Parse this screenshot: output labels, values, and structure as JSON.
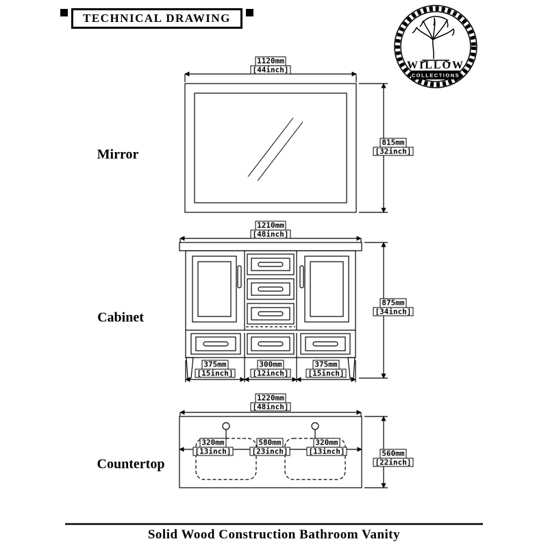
{
  "header": {
    "title": "TECHNICAL DRAWING"
  },
  "logo": {
    "brand": "WILLOW",
    "sub": "COLLECTIONS"
  },
  "sections": {
    "mirror": {
      "label": "Mirror",
      "width_mm": "1120mm",
      "width_in": "[44inch]",
      "height_mm": "815mm",
      "height_in": "[32inch]"
    },
    "cabinet": {
      "label": "Cabinet",
      "width_mm": "1210mm",
      "width_in": "[48inch]",
      "height_mm": "875mm",
      "height_in": "[34inch]",
      "bottom_left_mm": "375mm",
      "bottom_left_in": "[15inch]",
      "bottom_mid_mm": "300mm",
      "bottom_mid_in": "[12inch]",
      "bottom_right_mm": "375mm",
      "bottom_right_in": "[15inch]"
    },
    "countertop": {
      "label": "Countertop",
      "width_mm": "1220mm",
      "width_in": "[48inch]",
      "depth_mm": "560mm",
      "depth_in": "[22inch]",
      "left_mm": "320mm",
      "left_in": "[13inch]",
      "mid_mm": "580mm",
      "mid_in": "[23inch]",
      "right_mm": "320mm",
      "right_in": "[13inch]"
    }
  },
  "footer": {
    "title": "Solid Wood Construction Bathroom Vanity"
  },
  "colors": {
    "ink": "#000000",
    "paper": "#ffffff"
  }
}
